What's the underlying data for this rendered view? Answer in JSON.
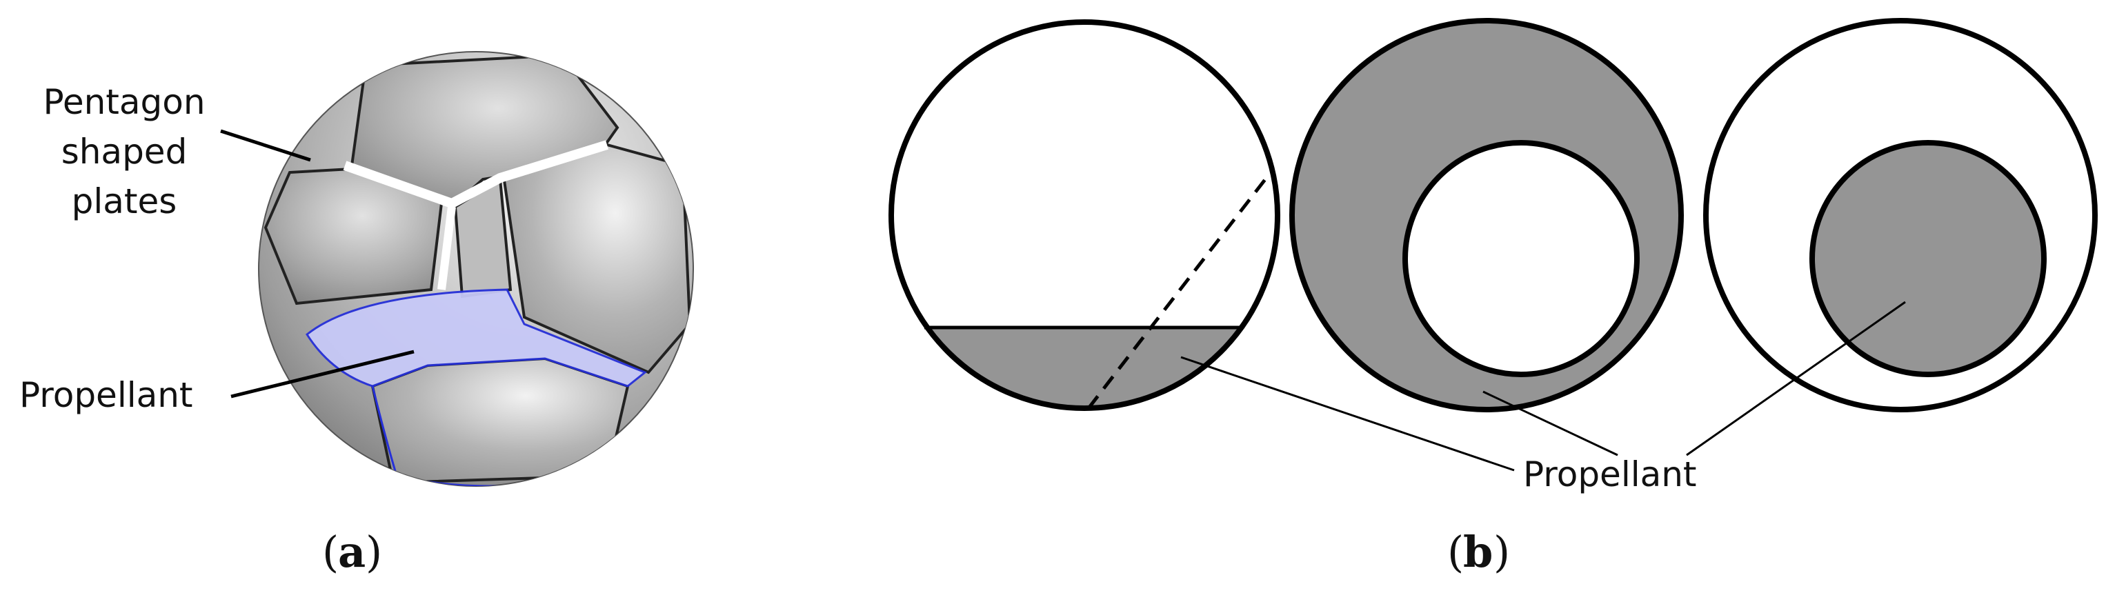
{
  "figure": {
    "panel_a": {
      "caption_open": "(",
      "caption_letter": "a",
      "caption_close": ")",
      "label_plates": [
        "Pentagon",
        "shaped",
        "plates"
      ],
      "label_propellant": "Propellant"
    },
    "panel_b": {
      "caption_open": "(",
      "caption_letter": "b",
      "caption_close": ")",
      "label_propellant": "Propellant"
    }
  },
  "colors": {
    "sphere_gray": "#9a9a9a",
    "propellant_gray": "#959595",
    "propellant_blue": "#c7c9f7",
    "propellant_edge": "#2630d8",
    "stroke": "#000000"
  },
  "icons": [
    "sphere-render",
    "tank-cross-section"
  ]
}
